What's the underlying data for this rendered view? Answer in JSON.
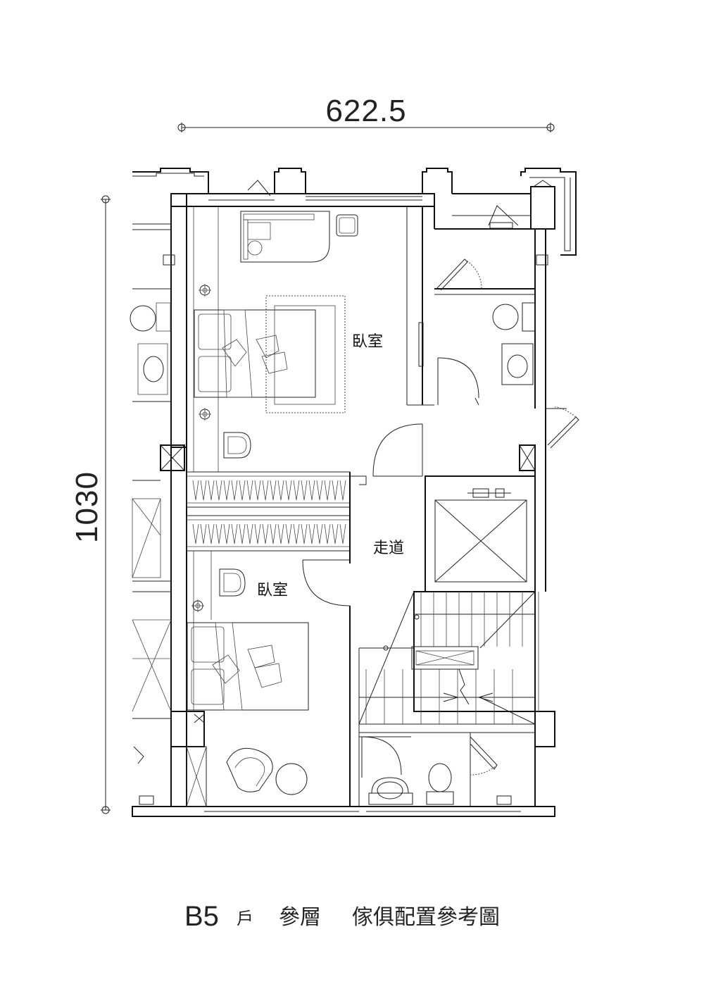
{
  "dimensions": {
    "width_label": "622.5",
    "height_label": "1030"
  },
  "rooms": {
    "bedroom_top": "臥室",
    "corridor": "走道",
    "bedroom_bottom": "臥室"
  },
  "caption": {
    "unit_code": "B5",
    "unit_suffix": "戶",
    "floor": "參層",
    "title": "傢俱配置參考圖"
  }
}
